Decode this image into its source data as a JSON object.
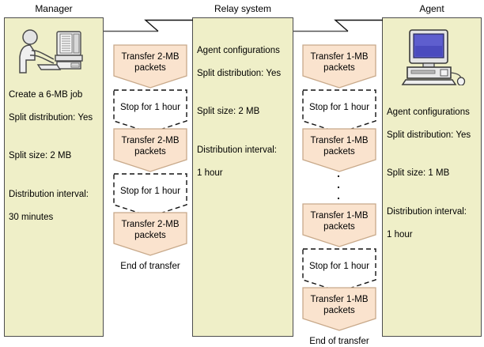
{
  "diagram": {
    "title": "Split distribution flow between Manager, Relay system and Agent",
    "colors": {
      "lane_fill": "#EFEFC8",
      "lane_border": "#4D4D4D",
      "process_fill": "#FAE3CE",
      "process_border": "#C8A98A",
      "line": "#000000",
      "screen": "#4B4BBE"
    }
  },
  "columns": {
    "manager": {
      "heading": "Manager",
      "icon": "person-at-computer-icon",
      "lines": [
        "Create a 6-MB job",
        "Split distribution: Yes",
        "Split size: 2 MB",
        "Distribution interval:",
        "30 minutes"
      ]
    },
    "relay": {
      "heading": "Relay system",
      "lines": [
        "Agent configurations",
        "Split distribution: Yes",
        "Split size: 2 MB",
        "Distribution interval:",
        "1 hour"
      ]
    },
    "agent": {
      "heading": "Agent",
      "icon": "desktop-computer-icon",
      "lines": [
        "Agent configurations",
        "Split distribution: Yes",
        "Split size: 1 MB",
        "Distribution interval:",
        "1 hour"
      ]
    }
  },
  "flow_left": {
    "name": "manager-to-relay-flow",
    "steps": [
      {
        "type": "process",
        "label": "Transfer 2-MB\npackets"
      },
      {
        "type": "wait",
        "label": "Stop for 1 hour"
      },
      {
        "type": "process",
        "label": "Transfer 2-MB\npackets"
      },
      {
        "type": "wait",
        "label": "Stop for 1 hour"
      },
      {
        "type": "process",
        "label": "Transfer 2-MB\npackets"
      }
    ],
    "end_label": "End of transfer"
  },
  "flow_right": {
    "name": "relay-to-agent-flow",
    "steps": [
      {
        "type": "process",
        "label": "Transfer 1-MB\npackets"
      },
      {
        "type": "wait",
        "label": "Stop for 1 hour"
      },
      {
        "type": "process",
        "label": "Transfer 1-MB\npackets"
      },
      {
        "type": "ellipsis",
        "label": ""
      },
      {
        "type": "process",
        "label": "Transfer 1-MB\npackets"
      },
      {
        "type": "wait",
        "label": "Stop for 1 hour"
      },
      {
        "type": "process",
        "label": "Transfer 1-MB\npackets"
      }
    ],
    "end_label": "End of transfer"
  }
}
